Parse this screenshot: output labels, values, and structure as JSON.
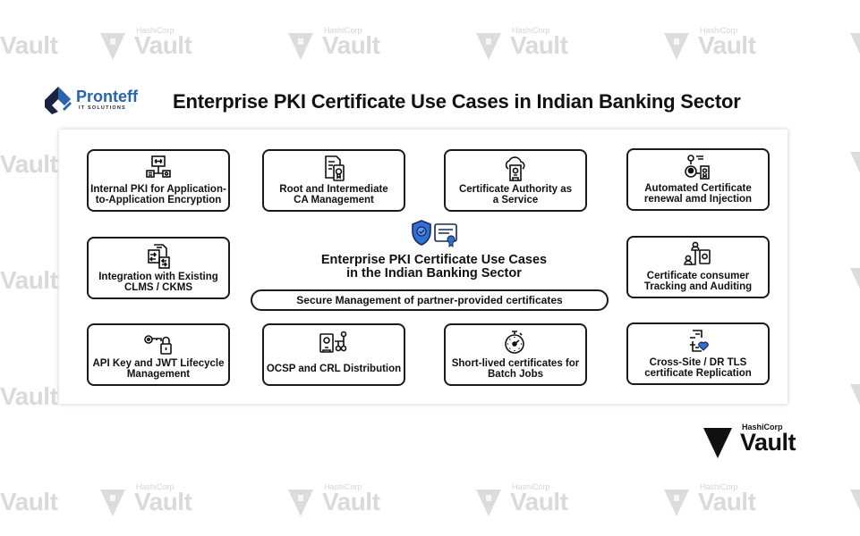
{
  "header": {
    "brand_name": "Pronteff",
    "brand_tagline": "IT SOLUTIONS",
    "title": "Enterprise PKI Certificate Use Cases in Indian Banking Sector"
  },
  "watermark": {
    "company": "HashiCorp",
    "product": "Vault"
  },
  "diagram": {
    "center_title_line1": "Enterprise PKI Certificate Use Cases",
    "center_title_line2": "in the Indian Banking Sector",
    "center_banner": "Secure Management of partner-provided certificates",
    "cards": [
      {
        "icon": "network-app-icon",
        "line1": "Internal PKI for Application-",
        "line2": "to-Application Encryption"
      },
      {
        "icon": "document-certificate-icon",
        "line1": "Root and Intermediate",
        "line2": "CA Management"
      },
      {
        "icon": "cloud-certificate-icon",
        "line1": "Certificate Authority as",
        "line2": "a Service"
      },
      {
        "icon": "user-certificate-icon",
        "line1": "Automated Certificate",
        "line2": "renewal amd Injection"
      },
      {
        "icon": "document-sync-icon",
        "line1": "Integration with Existing",
        "line2": "CLMS / CKMS"
      },
      {
        "icon": "user-tracking-icon",
        "line1": "Certificate consumer",
        "line2": "Tracking and Auditing"
      },
      {
        "icon": "key-lock-icon",
        "line1": "API Key and JWT Lifecycle",
        "line2": "Management"
      },
      {
        "icon": "certificate-network-icon",
        "line1": "OCSP and CRL Distribution",
        "line2": ""
      },
      {
        "icon": "stopwatch-icon",
        "line1": "Short-lived certificates for",
        "line2": "Batch Jobs"
      },
      {
        "icon": "document-heart-icon",
        "line1": "Cross-Site / DR TLS",
        "line2": "certificate Replication"
      }
    ]
  },
  "footer_logo": {
    "company": "HashiCorp",
    "product": "Vault"
  },
  "colors": {
    "accent_blue": "#2f6fd6",
    "brand_blue": "#2a64b0",
    "watermark_gray": "#dadada"
  }
}
